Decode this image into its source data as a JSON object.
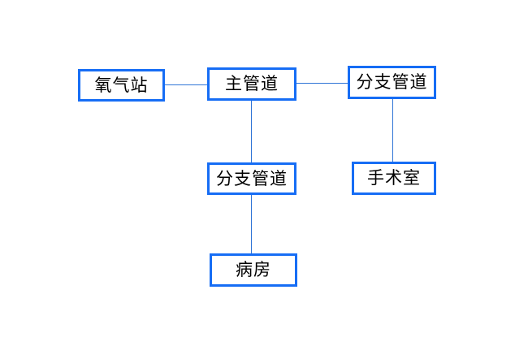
{
  "diagram": {
    "type": "flowchart",
    "background_color": "#ffffff",
    "node_border_color": "#166df5",
    "connector_color": "#2f74d6",
    "text_color": "#000000",
    "nodes": [
      {
        "id": "oxygen-station",
        "label": "氧气站"
      },
      {
        "id": "main-pipeline",
        "label": "主管道"
      },
      {
        "id": "branch-pipeline-right",
        "label": "分支管道"
      },
      {
        "id": "branch-pipeline-middle",
        "label": "分支管道"
      },
      {
        "id": "operating-room",
        "label": "手术室"
      },
      {
        "id": "ward",
        "label": "病房"
      }
    ],
    "edges": [
      {
        "from": "oxygen-station",
        "to": "main-pipeline"
      },
      {
        "from": "main-pipeline",
        "to": "branch-pipeline-right"
      },
      {
        "from": "main-pipeline",
        "to": "branch-pipeline-middle"
      },
      {
        "from": "branch-pipeline-right",
        "to": "operating-room"
      },
      {
        "from": "branch-pipeline-middle",
        "to": "ward"
      }
    ]
  }
}
